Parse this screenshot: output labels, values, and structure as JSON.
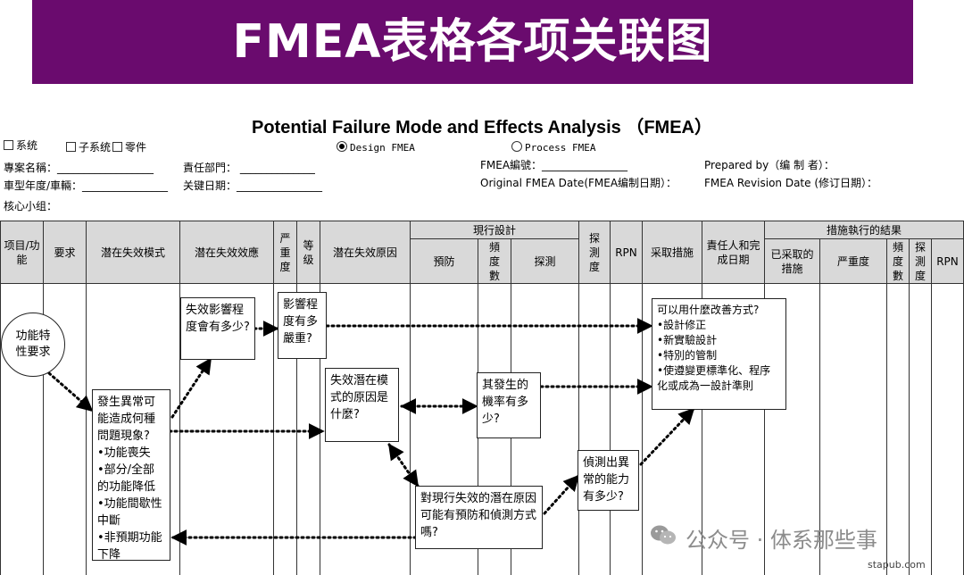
{
  "banner": {
    "title": "FMEA表格各项关联图"
  },
  "document": {
    "title": "Potential Failure Mode and Effects Analysis （FMEA）",
    "options": {
      "system": "系统",
      "subsystem": "子系统",
      "component": "零件",
      "design_fmea": "Design FMEA",
      "process_fmea": "Process FMEA"
    },
    "fields": {
      "project_name": "專案名稱：__________________",
      "responsible_dept": "責任部門：  ______________",
      "fmea_no": "FMEA編號：________________",
      "prepared_by": "Prepared by（编 制 者）：",
      "model_year": "車型年度/車輛：________________",
      "key_date": "关键日期：________________",
      "original_date": "Original FMEA Date(FMEA编制日期）：",
      "revision_date": "FMEA Revision Date (修订日期）：",
      "core_team": "核心小组："
    }
  },
  "table": {
    "headers": {
      "item_function": "项目/功能",
      "requirement": "要求",
      "failure_mode": "潜在失效模式",
      "failure_effect": "潜在失效效應",
      "severity": "严重度",
      "class": "等级",
      "failure_cause": "潜在失效原因",
      "current_design": "現行設計",
      "prevention": "預防",
      "occurrence": "頻度數",
      "detection_control": "探測",
      "detection": "探測度",
      "rpn": "RPN",
      "recommended_actions": "采取措施",
      "responsibility": "責任人和完成日期",
      "action_results": "措施執行的結果",
      "actions_taken": "已采取的措施",
      "new_severity": "严重度",
      "new_occurrence": "頻度數",
      "new_detection": "探測度",
      "new_rpn": "RPN"
    }
  },
  "diagram": {
    "function_requirement": "功能特性要求",
    "failure_mode_box": "發生異常可能造成何種問題現象?\n•功能喪失\n•部分/全部的功能降低\n•功能間歇性中斷\n•非預期功能下降",
    "effect_box": "失效影響程度會有多少?",
    "severity_box": "影響程度有多嚴重?",
    "cause_box": "失效潛在模式的原因是什麼?",
    "occurrence_box": "其發生的機率有多少?",
    "controls_box": "對現行失效的潛在原因可能有預防和偵測方式嗎?",
    "detection_box": "偵測出異常的能力有多少?",
    "actions_box": "可以用什麼改善方式?\n•設計修正\n•新實驗設計\n•特別的管制\n•使遵變更標準化、程序化或成為一設計準則"
  },
  "watermark": {
    "text": "公众号 · 体系那些事",
    "site": "stapub.com"
  }
}
